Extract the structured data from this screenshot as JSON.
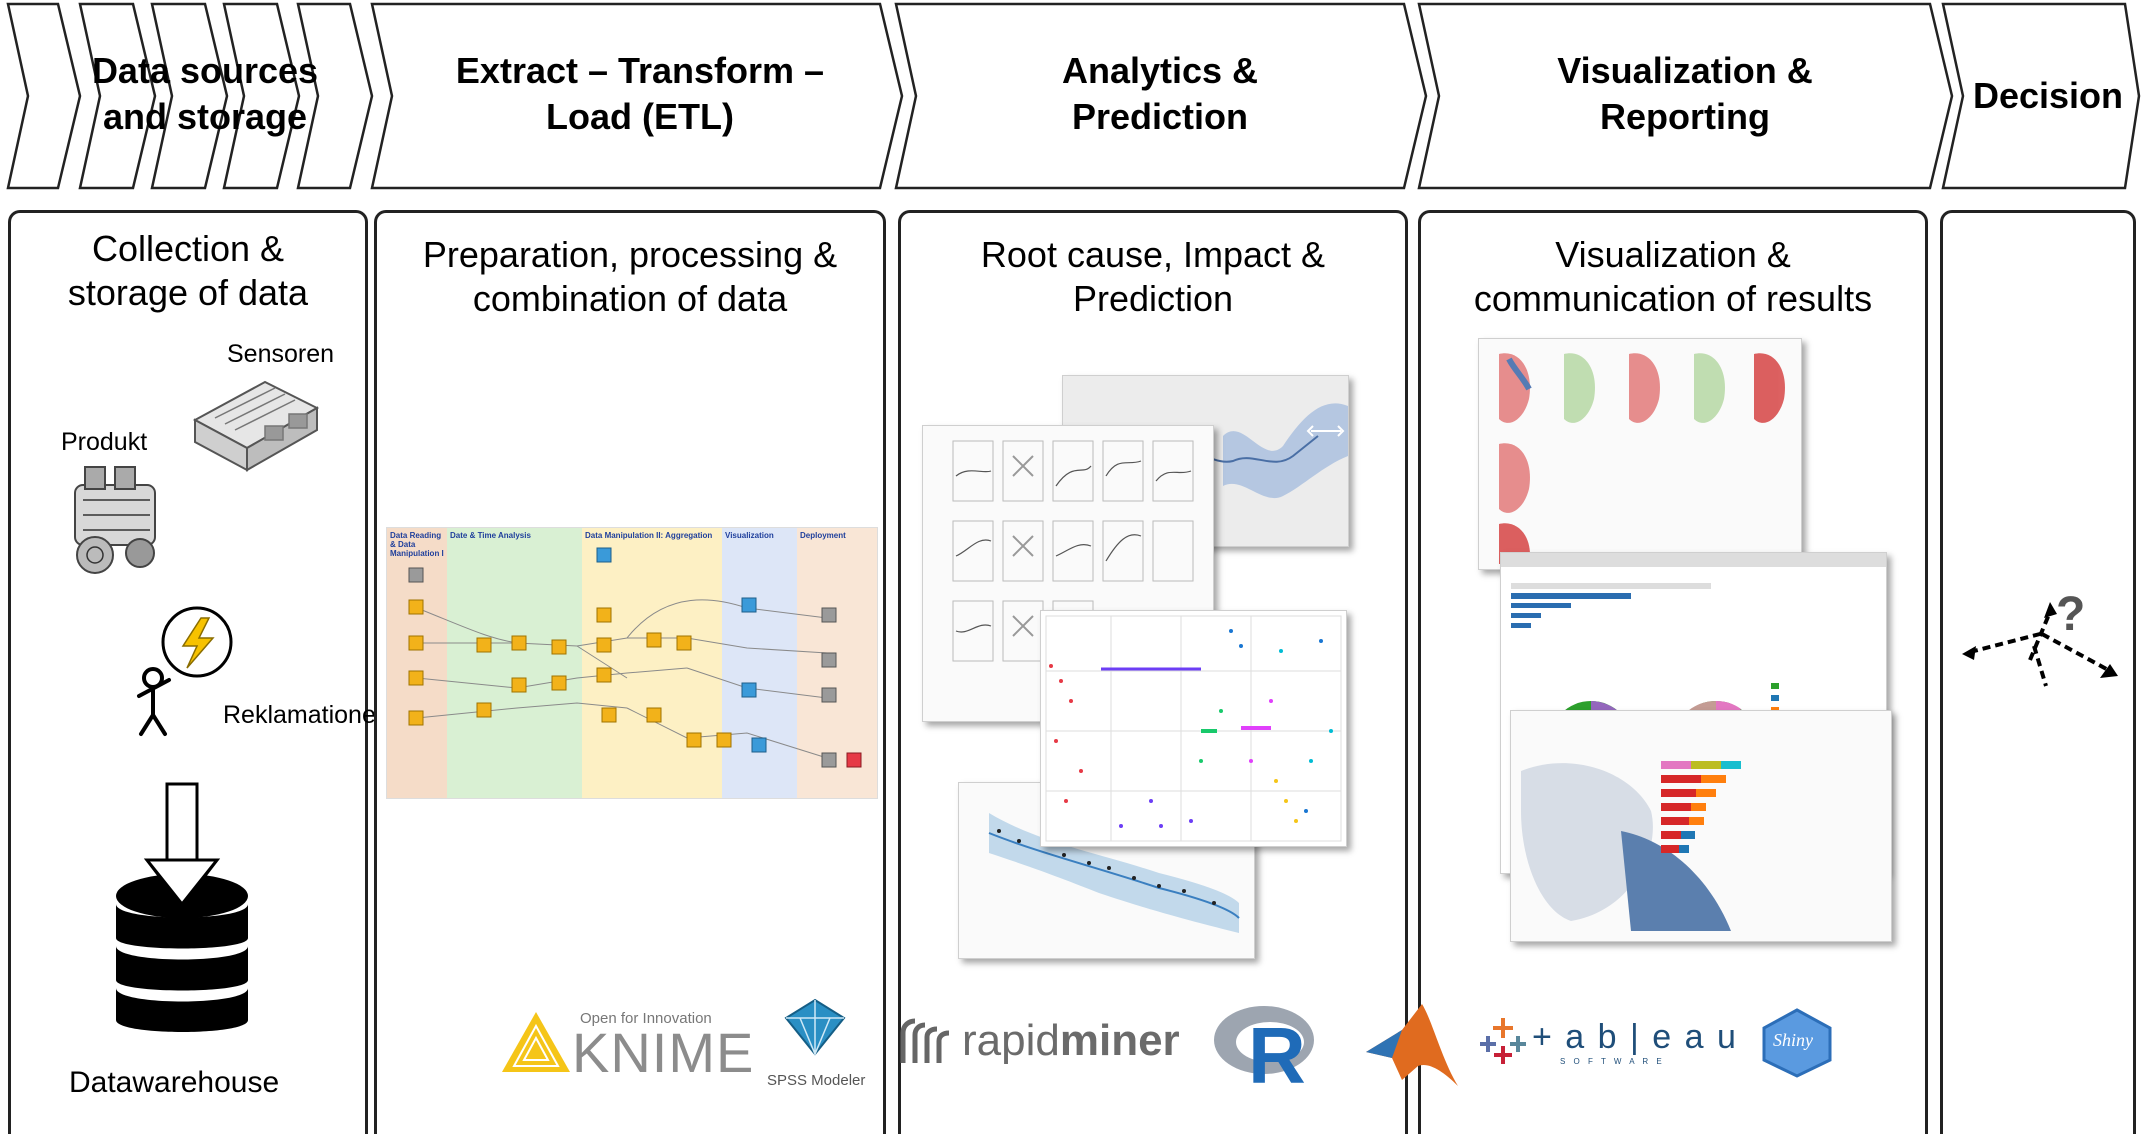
{
  "stages": [
    {
      "title_line1": "Data sources",
      "title_line2": "and storage",
      "subtitle_line1": "Collection &",
      "subtitle_line2": "storage of data"
    },
    {
      "title_line1": "Extract – Transform –",
      "title_line2": "Load (ETL)",
      "subtitle_line1": "Preparation, processing &",
      "subtitle_line2": "combination of data"
    },
    {
      "title_line1": "Analytics &",
      "title_line2": "Prediction",
      "subtitle_line1": "Root cause, Impact &",
      "subtitle_line2": "Prediction"
    },
    {
      "title_line1": "Visualization &",
      "title_line2": "Reporting",
      "subtitle_line1": "Visualization &",
      "subtitle_line2": "communication of results"
    },
    {
      "title_line1": "Decision",
      "title_line2": ""
    }
  ],
  "sources": {
    "sensor_label": "Sensoren",
    "product_label": "Produkt",
    "complaints_label": "Reklamationen",
    "warehouse_label": "Datawarehouse"
  },
  "etl_workflow": {
    "sections": [
      "Data Reading & Data Manipulation I",
      "Date & Time Analysis",
      "Data Manipulation II: Aggregation",
      "Visualization",
      "Deployment"
    ]
  },
  "logos": {
    "knime_tagline": "Open for Innovation",
    "knime": "KNIME",
    "spss": "SPSS Modeler",
    "rapidminer_a": "rapid",
    "rapidminer_b": "miner",
    "r": "R",
    "tableau": "+ a b | e a u",
    "tableau_sub": "S O F T W A R E",
    "shiny": "Shiny"
  },
  "colors": {
    "etl_orange": "#f5dcc8",
    "etl_green": "#d9f0d3",
    "etl_yellow": "#fdf0c4",
    "etl_blue": "#dde6f7",
    "etl_peach": "#f9e6d6",
    "knime_yellow": "#f5c518",
    "spss_blue": "#1d6aa5",
    "r_blue": "#1f6bb8",
    "tableau_blue": "#1f4e79",
    "shiny_blue": "#4a8fd6"
  }
}
